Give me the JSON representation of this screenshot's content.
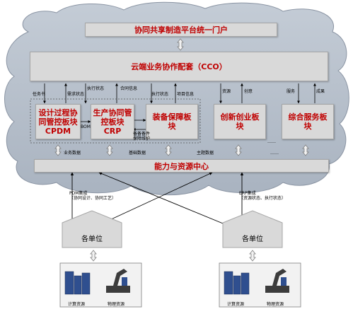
{
  "portal": "协同共享制造平台统一门户",
  "cco": "云端业务协作配套（CCO）",
  "resource_center": "能力与资源中心",
  "modules": [
    {
      "id": "cpdm",
      "label": "设计过程协\n同管控板块\nCPDM"
    },
    {
      "id": "crp",
      "label": "生产协同管\n控板块\nCRP"
    },
    {
      "id": "equipment",
      "label": "装备保障板\n块"
    },
    {
      "id": "innovation",
      "label": "创新创业板\n块"
    },
    {
      "id": "service",
      "label": "综合服务板\n块"
    }
  ],
  "top_labels": {
    "renwushu": "任务书",
    "xuqiu_zhuangtai": "需求状态",
    "zhixing_zhuangtai_1": "执行状态",
    "hetong_xinxi_1": "合同信息",
    "zhixing_zhuangtai_2": "执行状态",
    "xiangmu_xinxi": "项目信息",
    "ziyuan": "资源",
    "chuangyi": "创意",
    "fuwu": "服务",
    "chengguo": "成果"
  },
  "inner_labels": {
    "bom": "BOM",
    "beijian": "备备备件\n保障维护",
    "ellipsis": "……"
  },
  "data_labels": {
    "yewu_shuju": "业务数据",
    "jichu_shuju": "基础数据",
    "zhuti_shuju": "主题数据",
    "dots": "……"
  },
  "integration_labels": {
    "pdm": "PDM集成\n（协同设计、协同工艺）",
    "erp": "ERP集成\n（资源状态、执行状态）"
  },
  "units": [
    {
      "label": "各单位",
      "compute": "计算资源",
      "material": "物理资源"
    },
    {
      "label": "各单位",
      "compute": "计算资源",
      "material": "物理资源"
    }
  ]
}
